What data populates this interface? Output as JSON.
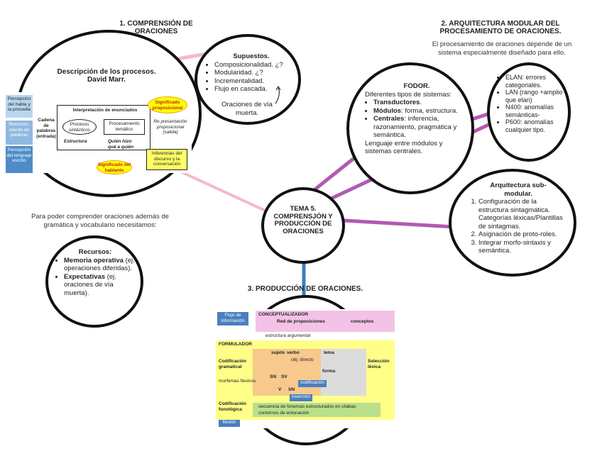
{
  "central": {
    "line1": "TEMA 5.",
    "line2": "COMPRENSJÓN Y",
    "line3": "PRODUCCIÓN DE",
    "line4": "ORACIONES"
  },
  "section1": {
    "title_line1": "1.   COMPRENSIÓN DE",
    "title_line2": "ORACIONES"
  },
  "marr": {
    "title_line1": "Descripción de los procesos.",
    "title_line2": "David Marr.",
    "figure": {
      "left_boxes": [
        "Percepción del habla y la prosodia",
        "Reconoci- miento de palabras",
        "Percepción del lenguaje escrito"
      ],
      "cadena": "Cadena de palabras (entrada)",
      "interp_title": "Interpretación de enunciados",
      "procesos": "Procesos sintácticos",
      "procesamiento": "Procesamiento temático",
      "estructura": "Estructura",
      "quien": "Quién hizo qué a quién",
      "sig_prop": "Significado proposicional",
      "rep": "Re presentación proposicional (salida)",
      "inferencias": "Inferencias del discurso y la conversación",
      "sig_hab": "Significado del hablante"
    }
  },
  "supuestos": {
    "title": "Supuestos.",
    "items": [
      "Composicionalidad. ¿?",
      "Modularidad. ¿?",
      "Incrementalidad.",
      "Flujo en cascada."
    ],
    "note_line1": "Oraciones de vía",
    "note_line2": "muerta."
  },
  "para_text": {
    "line1": "Para poder comprender oraciones además de",
    "line2": "gramática y vocabulario necesitamos:"
  },
  "recursos": {
    "title": "Recursos:",
    "items": [
      {
        "bold": "Memoria operativa",
        "rest": " (ej. operaciones diferidas)."
      },
      {
        "bold": "Expectativas",
        "rest": " (ej. oraciones de vía muerta)."
      }
    ]
  },
  "section2": {
    "title_line1": "2. ARQUITECTURA MODULAR DEL",
    "title_line2": "PROCESAMIENTO DE ORACIONES.",
    "desc_line1": "El procesamiento de oraciones depende de un",
    "desc_line2": "sistema especialmente diseñado para ello."
  },
  "fodor": {
    "title": "FODOR.",
    "intro": "Diferentes tipos de sistemas:",
    "items": [
      {
        "bold": "Transductores",
        "rest": "."
      },
      {
        "bold": "Módulos",
        "rest": ": forma, estructura."
      },
      {
        "bold": "Centrales",
        "rest": ": inferencia, razonamiento, pragmática y semántica."
      }
    ],
    "footer": "Lenguaje entre módulos y sistemas centrales."
  },
  "elan": {
    "items": [
      "ELAN: errores categoriales.",
      "LAN (rango +amplio que elan)",
      "N400: anomalías semánticas-",
      "P600: anomalías cualquier tipo."
    ]
  },
  "submodular": {
    "title_line1": "Arquitectura sub-",
    "title_line2": "modular.",
    "items": [
      "Configuración de la estructura sintagmática. Categorías léxicas/Plantillas de sintagmas.",
      "Asignación de proto-roles.",
      "Integrar morfo-sintaxis y semántica."
    ]
  },
  "section3": {
    "title": "3. PRODUCCIÓN DE ORACIONES.",
    "figure": {
      "flujo": "Flujo de información",
      "conceptualizador": "CONCEPTUALIZADOR",
      "red": "Red de proposiciones",
      "conceptos": "conceptos",
      "estructura_arg": "estructura argumental",
      "formulador": "FORMULADOR",
      "cod_gram": "Codificación gramatical",
      "seleccion": "Selección léxica",
      "morfemas": "morfemas flexivos",
      "cod_fon": "Codificación fonológica",
      "seq1": "secuencia de fonemas estructurados en sílabas",
      "seq2": "contornos de entonación",
      "flexion": "flexión",
      "sujeto": "sujeto",
      "verbo": "verbo",
      "obj": "obj. directo",
      "lema": "lema",
      "forma": "forma",
      "sn": "SN",
      "sv": "SV",
      "v": "V",
      "codificacion": "codificación",
      "insercion": "inserción"
    }
  },
  "colors": {
    "pink": "#f4b8cf",
    "purple": "#b05ab3",
    "blue": "#3a7fc1",
    "yellow": "#ffff66"
  }
}
